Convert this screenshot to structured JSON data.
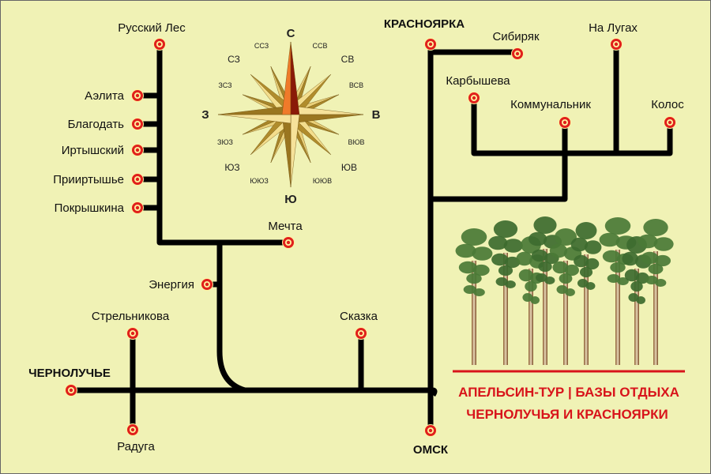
{
  "places": {
    "russkiy_les": "Русский Лес",
    "aelita": "Аэлита",
    "blagodat": "Благодать",
    "irtyshskiy": "Иртышский",
    "priirtyshye": "Прииртышье",
    "pokryshkina": "Покрышкина",
    "mechta": "Мечта",
    "energiya": "Энергия",
    "strelnikova": "Стрельникова",
    "chernoluchye": "ЧЕРНОЛУЧЬЕ",
    "raduga": "Радуга",
    "skazka": "Сказка",
    "omsk": "ОМСК",
    "krasnoyarka": "КРАСНОЯРКА",
    "sibiryak": "Сибиряк",
    "na_lugakh": "На Лугах",
    "karbysheva": "Карбышева",
    "kommunalnik": "Коммунальник",
    "kolos": "Колос"
  },
  "compass": {
    "N": "С",
    "NNE": "ССВ",
    "NE": "СВ",
    "ENE": "ВСВ",
    "E": "В",
    "ESE": "ВЮВ",
    "SE": "ЮВ",
    "SSE": "ЮЮВ",
    "S": "Ю",
    "SSW": "ЮЮЗ",
    "SW": "ЮЗ",
    "WSW": "ЗЮЗ",
    "W": "З",
    "WNW": "ЗСЗ",
    "NW": "СЗ",
    "NNW": "ССЗ"
  },
  "title": {
    "line1": "АПЕЛЬСИН-ТУР | БАЗЫ ОТДЫХА",
    "line2": "ЧЕРНОЛУЧЬЯ И КРАСНОЯРКИ"
  },
  "colors": {
    "background": "#f0f2b5",
    "road": "#000000",
    "marker_ring": "#e0201c",
    "title": "#d8141b",
    "compass_gold": "#d9b84a",
    "tree_foliage": "#3d6b2f"
  }
}
